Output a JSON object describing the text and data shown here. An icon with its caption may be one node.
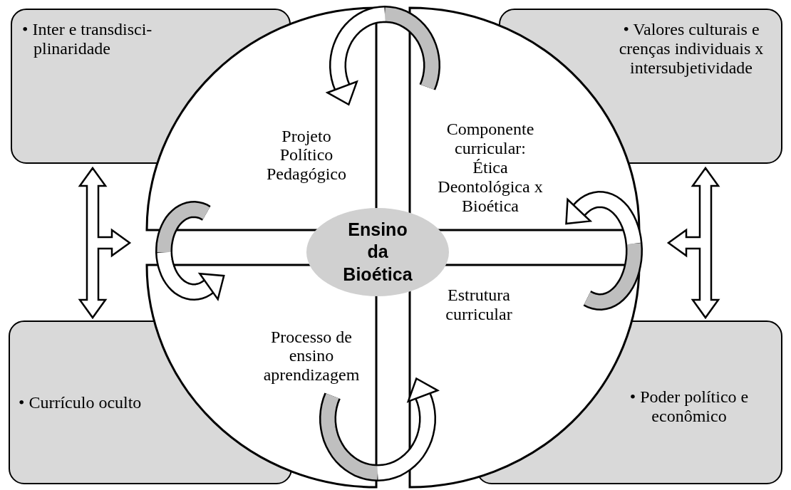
{
  "diagram": {
    "nodes": [
      {
        "text": [
          "• Inter e transdisci- plinaridade"
        ]
      },
      {
        "text": [
          "• Valores culturais e crenças individuais x intersubjetividade"
        ]
      },
      {
        "text": [
          "Projeto Político Pedagógico"
        ]
      },
      {
        "text": [
          "Componente curricular: Ética Deontológica x Bioética"
        ]
      },
      {
        "text": [
          "Processo de ensino aprendizagem"
        ]
      },
      {
        "text": [
          "Estrutura curricular"
        ]
      },
      {
        "text": [
          "Ensino da Bioética"
        ]
      },
      {
        "text": [
          "• Currículo oculto"
        ]
      },
      {
        "text": [
          "• Poder político e econômico"
        ]
      }
    ],
    "edges": [
      {
        "from": 0,
        "to": 7,
        "arrow": "both"
      },
      {
        "from": 1,
        "to": 8,
        "arrow": "both"
      },
      {
        "from": 3,
        "to": 2,
        "arrow": "to"
      },
      {
        "from": 2,
        "to": 4,
        "arrow": "to"
      },
      {
        "from": 4,
        "to": 5,
        "arrow": "to"
      },
      {
        "from": 5,
        "to": 3,
        "arrow": "to"
      }
    ]
  }
}
